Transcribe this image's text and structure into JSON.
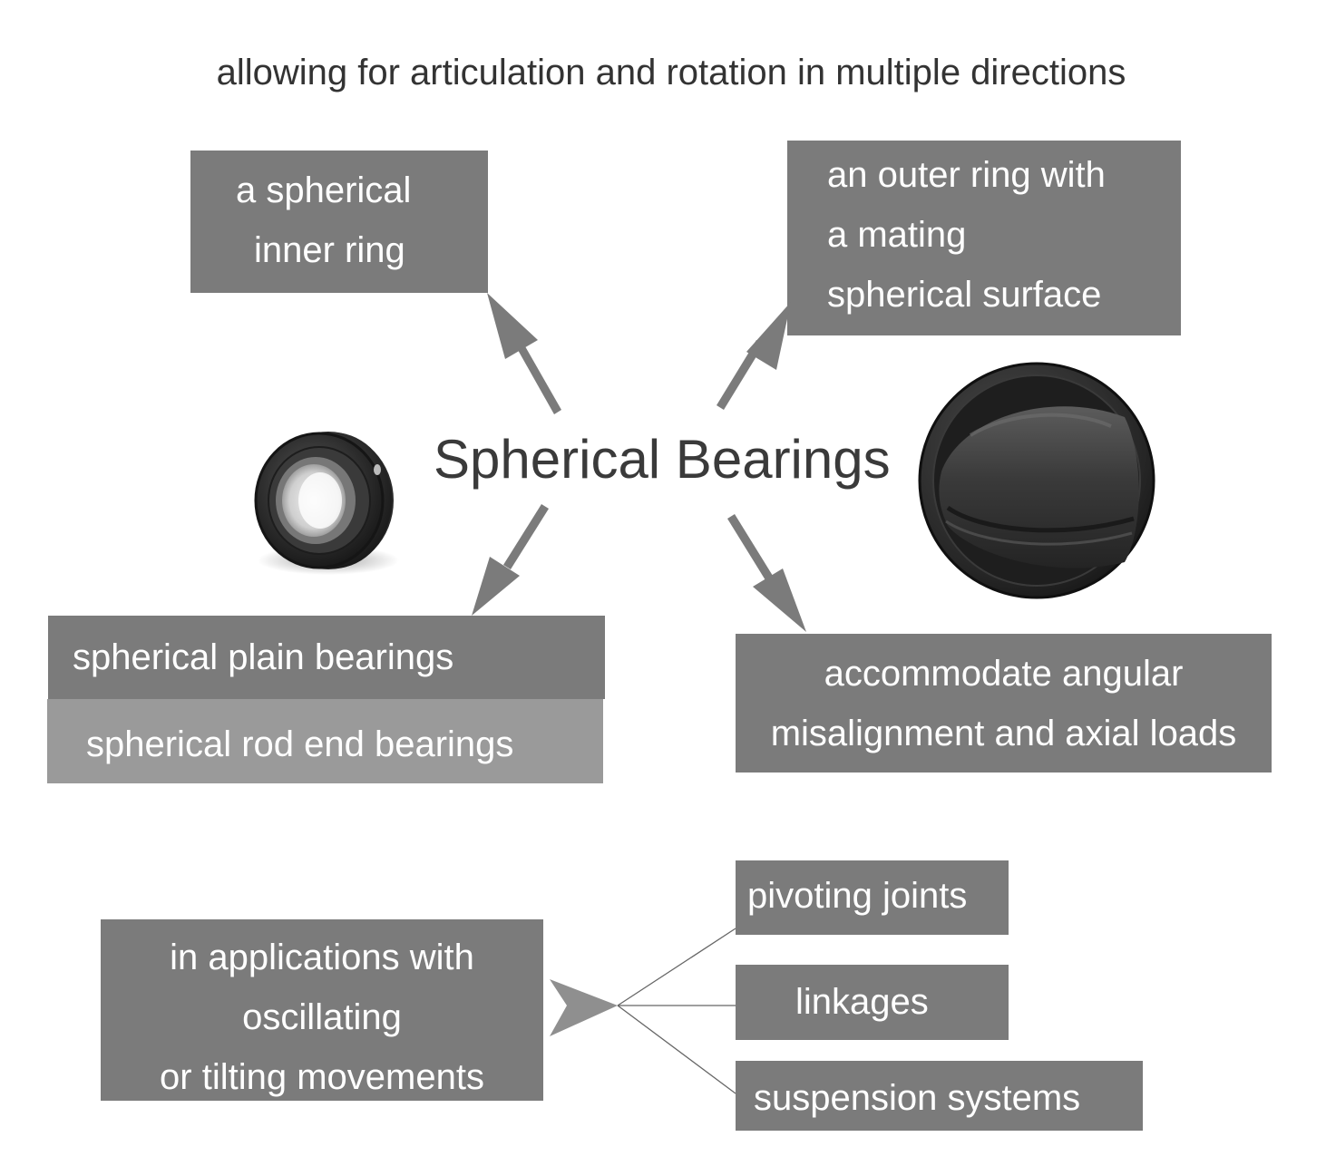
{
  "caption": "allowing for articulation and rotation in multiple directions",
  "title": "Spherical Bearings",
  "boxes": {
    "inner_ring": [
      "a spherical",
      "inner ring"
    ],
    "outer_ring": [
      "an outer ring with",
      "a mating",
      "spherical surface"
    ],
    "plain_bearings": "spherical plain bearings",
    "rod_end_bearings": "spherical rod end bearings",
    "misalignment": [
      "accommodate angular",
      "misalignment and axial loads"
    ],
    "applications": [
      "in applications with",
      "oscillating",
      "or tilting movements"
    ],
    "pivoting_joints": "pivoting joints",
    "linkages": "linkages",
    "suspension_systems": "suspension systems"
  },
  "colors": {
    "box": "#7b7b7b",
    "box_light": "#9a9a9a",
    "arrow": "#7b7b7b",
    "text_dark": "#333333",
    "bearing_metal": "#2f2f2f"
  },
  "icons": [
    "small-bearing-image",
    "large-bearing-image"
  ]
}
